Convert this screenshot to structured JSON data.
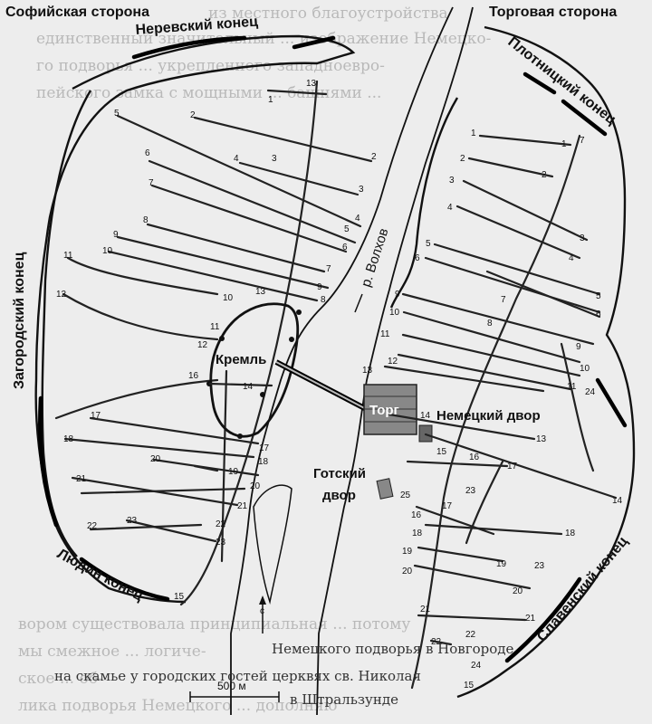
{
  "sides": {
    "sofia": "Софийская сторона",
    "torg": "Торговая сторона"
  },
  "ends": {
    "nerevsky": "Неревский конец",
    "plotnitsky": "Плотницкий конец",
    "zagorodsky": "Загородский конец",
    "lyudin": "Людин конец",
    "slavensky": "Славенский конец"
  },
  "places": {
    "kremlin": "Кремль",
    "torg": "Торг",
    "german_court": "Немецкий двор",
    "gothic_court_1": "Готский",
    "gothic_court_2": "двор",
    "river": "р. Волхов"
  },
  "scale_label": "500 м",
  "north_label": "c",
  "caption": {
    "line1": "Немецкого подворья в Новгороде",
    "line2": "на скамье у городских гостей церквях св. Николая",
    "line3": "в Штральзунде"
  },
  "background_text": [
    "из местного благоустройства",
    "единственный значительный ... изображение Немецко-",
    "го подворья ... укрепленного западноевро-",
    "пейского замка с мощными ... башнями ...",
    "вором существовала принципиальная ... потому",
    "мы смежное ... логиче-",
    "ское ... об-",
    "лика подворья Немецкого ... дополняю"
  ],
  "sofia_street_numbers": [
    "13",
    "1",
    "5",
    "2",
    "2",
    "3",
    "6",
    "4",
    "3",
    "7",
    "4",
    "8",
    "5",
    "9",
    "6",
    "10",
    "11",
    "7",
    "12",
    "10",
    "13",
    "9",
    "8",
    "11",
    "12",
    "16",
    "14",
    "17",
    "18",
    "17",
    "18",
    "20",
    "19",
    "20",
    "21",
    "21",
    "22",
    "23",
    "22",
    "23",
    "15"
  ],
  "torg_street_numbers": [
    "1",
    "7",
    "1",
    "2",
    "2",
    "3",
    "3",
    "4",
    "4",
    "5",
    "5",
    "6",
    "6",
    "7",
    "9",
    "8",
    "10",
    "11",
    "9",
    "12",
    "10",
    "11",
    "13",
    "24",
    "14",
    "13",
    "15",
    "16",
    "17",
    "23",
    "25",
    "16",
    "17",
    "14",
    "18",
    "18",
    "19",
    "19",
    "20",
    "23",
    "20",
    "21",
    "21",
    "22",
    "22",
    "24",
    "15"
  ]
}
